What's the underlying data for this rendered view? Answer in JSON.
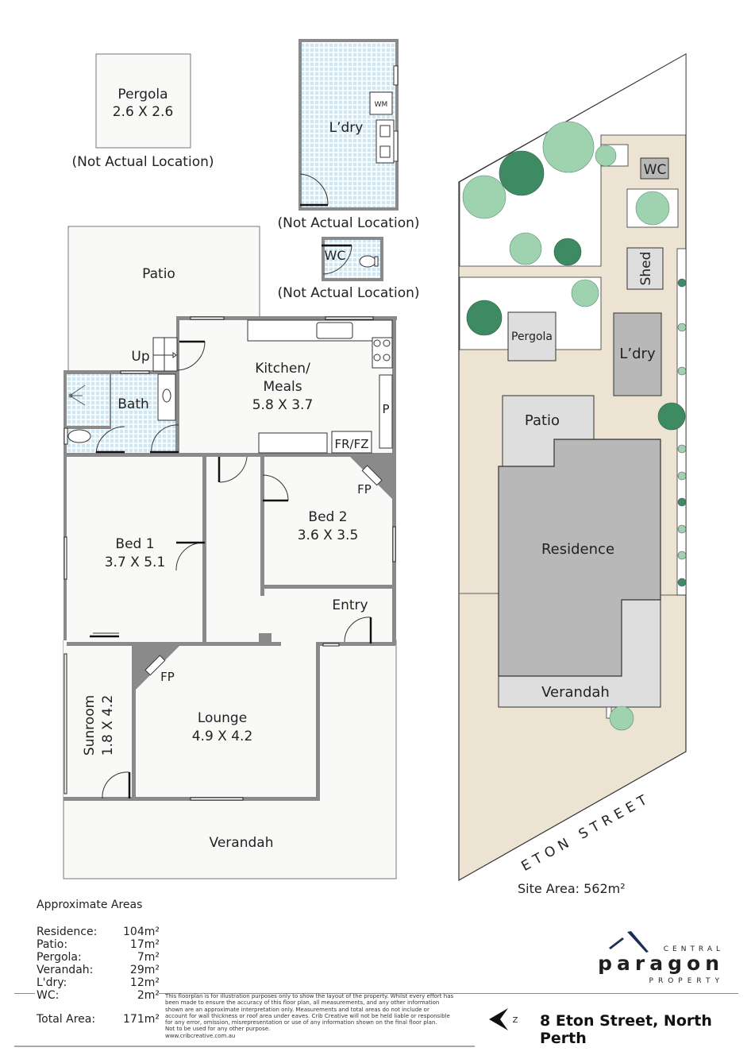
{
  "floorplan": {
    "rooms": {
      "pergola_detached": {
        "name": "Pergola",
        "dims": "2.6 X 2.6",
        "note": "(Not Actual Location)"
      },
      "laundry_detached": {
        "name": "L’dry",
        "appliance": "WM",
        "note": "(Not Actual Location)"
      },
      "wc_detached": {
        "name": "WC",
        "note": "(Not Actual Location)"
      },
      "patio": {
        "name": "Patio"
      },
      "stairs": {
        "name": "Up"
      },
      "kitchen": {
        "name_line1": "Kitchen/",
        "name_line2": "Meals",
        "dims": "5.8 X 3.7"
      },
      "pantry": {
        "name": "P"
      },
      "fridge": {
        "name": "FR/FZ"
      },
      "bath": {
        "name": "Bath"
      },
      "bed1": {
        "name": "Bed 1",
        "dims": "3.7 X 5.1"
      },
      "bed2": {
        "name": "Bed 2",
        "dims": "3.6 X 3.5"
      },
      "bed2_fireplace": {
        "name": "FP"
      },
      "entry": {
        "name": "Entry"
      },
      "lounge": {
        "name": "Lounge",
        "dims": "4.9 X 4.2"
      },
      "lounge_fireplace": {
        "name": "FP"
      },
      "sunroom": {
        "name": "Sunroom",
        "dims": "1.8 X 4.2"
      },
      "verandah": {
        "name": "Verandah"
      }
    }
  },
  "siteplan": {
    "labels": {
      "wc": "WC",
      "shed": "Shed",
      "pergola": "Pergola",
      "laundry": "L’dry",
      "patio": "Patio",
      "residence": "Residence",
      "verandah": "Verandah",
      "street": "ETON STREET"
    },
    "site_area": "Site Area: 562m²",
    "colors": {
      "lawn": "#ece3d2",
      "building": "#b8b8b8",
      "structure": "#dedede",
      "tree_light": "#9fd3b0",
      "tree_dark": "#3e8a62"
    }
  },
  "areas": {
    "title": "Approximate Areas",
    "rows": [
      {
        "label": "Residence:",
        "value": "104m²"
      },
      {
        "label": "Patio:",
        "value": "17m²"
      },
      {
        "label": "Pergola:",
        "value": "7m²"
      },
      {
        "label": "Verandah:",
        "value": "29m²"
      },
      {
        "label": "L'dry:",
        "value": "12m²"
      },
      {
        "label": "WC:",
        "value": "2m²"
      }
    ],
    "total": {
      "label": "Total Area:",
      "value": "171m²"
    }
  },
  "disclaimer": {
    "lines": [
      "This floorplan is for illustration purposes only to show the layout of the property. Whilst every effort has",
      "been made to ensure the accuracy of this floor plan, all measurements, and any other information",
      "shown are an approximate interpretation only. Measurements and total areas do not include or",
      "account for wall thickness or roof area under eaves. Crib Creative will not be held liable or responsible",
      "for any error, omission, misrepresentation or use of any information shown on the final floor plan.",
      "Not to be used for any other purpose.",
      "www.cribcreative.com.au"
    ]
  },
  "branding": {
    "logo_top": "CENTRAL",
    "logo_main": "paragon",
    "logo_bottom": "PROPERTY",
    "logo_color": "#1e2f57"
  },
  "footer": {
    "compass_label": "Z",
    "address": "8 Eton Street, North Perth"
  }
}
